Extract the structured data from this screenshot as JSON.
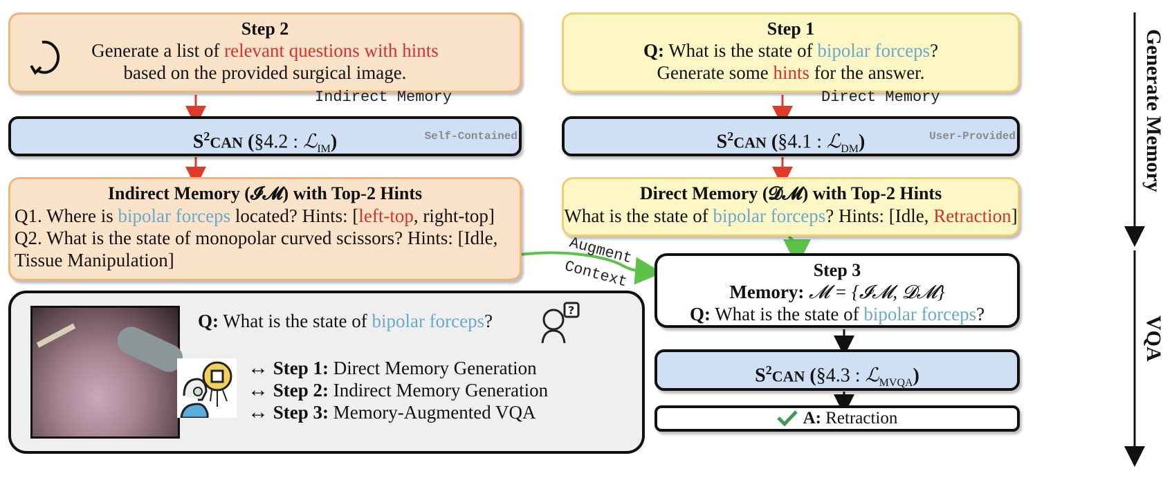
{
  "step2": {
    "title": "Step 2",
    "line1_prefix": "Generate a list of ",
    "line1_highlight": "relevant questions with hints",
    "line2": "based on the provided surgical image.",
    "icon": "refresh-cycle-icon"
  },
  "step1": {
    "title": "Step 1",
    "q_label": "Q:",
    "q_prefix": " What is the state of ",
    "q_highlight": "bipolar forceps",
    "q_suffix": "?",
    "line2_prefix": "Generate some ",
    "line2_highlight": "hints",
    "line2_suffix": " for the answer."
  },
  "labels": {
    "indirect_memory": "Indirect Memory",
    "direct_memory": "Direct Memory",
    "augment": "Augment",
    "context": "Context"
  },
  "can_im": {
    "name_s": "S",
    "name_sup": "2",
    "name_rest": "CAN",
    "open": " (",
    "section": "§4.2 : ",
    "loss": "ℒ",
    "loss_sub": "IM",
    "close": ")",
    "tag": "Self-Contained"
  },
  "can_dm": {
    "name_s": "S",
    "name_sup": "2",
    "name_rest": "CAN",
    "open": " (",
    "section": "§4.1 : ",
    "loss": "ℒ",
    "loss_sub": "DM",
    "close": ")",
    "tag": "User-Provided"
  },
  "can_mvqa": {
    "name_s": "S",
    "name_sup": "2",
    "name_rest": "CAN",
    "open": " (",
    "section": "§4.3 : ",
    "loss": "ℒ",
    "loss_sub": "MVQA",
    "close": ")"
  },
  "indirect_memory": {
    "title": "Indirect Memory (𝓘𝓜) with Top-2 Hints",
    "q1_prefix": "Q1. Where is ",
    "q1_highlight": "bipolar forceps",
    "q1_mid": " located? Hints: [",
    "q1_hint1": "left-top",
    "q1_rest": ", right-top]",
    "q2_line1": "Q2. What is the state of monopolar curved scissors? Hints: [Idle,",
    "q2_line2": "Tissue Manipulation]"
  },
  "direct_memory": {
    "title": "Direct Memory (𝓓𝓜) with Top-2 Hints",
    "q_prefix": "What is the state of ",
    "q_highlight": "bipolar forceps",
    "q_mid": "?  Hints: [Idle, ",
    "q_hint2": "Retraction",
    "q_suffix": "]"
  },
  "step3": {
    "title": "Step 3",
    "memory_label": "Memory:",
    "memory_formula": " 𝓜 = {𝓘𝓜, 𝓓𝓜}",
    "q_label": "Q:",
    "q_prefix": " What is the state of ",
    "q_highlight": "bipolar forceps",
    "q_suffix": "?"
  },
  "answer": {
    "label": "A:",
    "value": " Retraction",
    "icon": "checkmark-icon"
  },
  "overview": {
    "q_label": "Q:",
    "q_prefix": " What is the state of ",
    "q_highlight": "bipolar forceps",
    "q_suffix": "?",
    "steps": [
      {
        "label": "Step 1:",
        "text": " Direct Memory Generation"
      },
      {
        "label": "Step 2:",
        "text": " Indirect Memory Generation"
      },
      {
        "label": "Step 3:",
        "text": " Memory-Augmented VQA"
      }
    ],
    "arrow": "↔",
    "image_alt": "surgical-image"
  },
  "side_labels": {
    "generate_memory": "Generate Memory",
    "vqa": "VQA"
  },
  "colors": {
    "orange_fill": "#fae3c9",
    "yellow_fill": "#fdf7c6",
    "blue_fill": "#cfe0f5",
    "highlight_blue": "#6aa8cc",
    "highlight_red": "#d8302a",
    "arrow_red": "#e03a2c",
    "arrow_green": "#5cc24a"
  }
}
